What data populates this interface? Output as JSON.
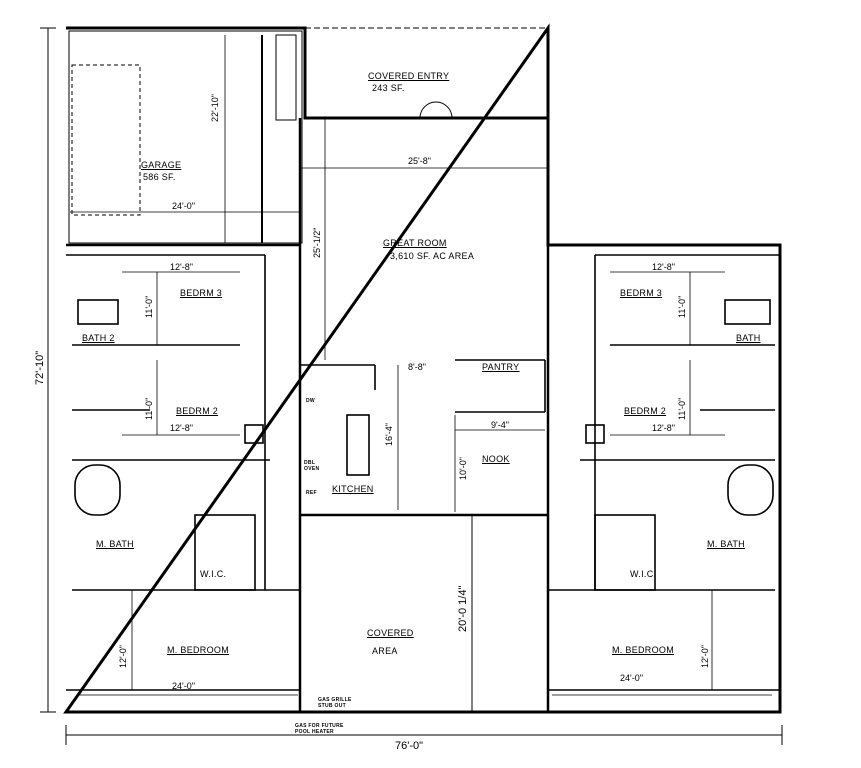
{
  "rooms": {
    "covered_entry": {
      "name": "COVERED ENTRY",
      "area": "243 SF."
    },
    "garage": {
      "name": "GARAGE",
      "area": "586 SF."
    },
    "great_room": {
      "name": "GREAT ROOM",
      "area": "3,610 SF. AC AREA"
    },
    "bedrm3_left": "BEDRM 3",
    "bedrm3_right": "BEDRM 3",
    "bath2_left": "BATH 2",
    "bath2_right": "BATH",
    "bedrm2_left": "BEDRM 2",
    "bedrm2_right": "BEDRM 2",
    "pantry": "PANTRY",
    "nook": "NOOK",
    "kitchen": "KITCHEN",
    "mbath_left": "M. BATH",
    "mbath_right": "M. BATH",
    "wic_left": "W.I.C.",
    "wic_right": "W.I.C.",
    "mbedroom_left": "M. BEDROOM",
    "mbedroom_right": "M. BEDROOM",
    "covered_area": {
      "line1": "COVERED",
      "line2": "AREA"
    }
  },
  "appliances": {
    "dw": "DW",
    "dbl_oven": "DBL OVEN",
    "ref": "REF"
  },
  "notes": {
    "gas_grille": "GAS GRILLE STUB OUT",
    "gas_pool": "GAS FOR FUTURE POOL HEATER"
  },
  "dimensions": {
    "overall_height": "72'-10\"",
    "overall_width": "76'-0\"",
    "garage_depth": "22'-10\"",
    "garage_width": "24'-0\"",
    "great_room_width": "25'-8\"",
    "great_room_depth": "25'-1/2\"",
    "bedrm3_left_w": "12'-8\"",
    "bedrm3_left_h": "11'-0\"",
    "bedrm3_right_w": "12'-8\"",
    "bedrm3_right_h": "11'-0\"",
    "bedrm2_left_w": "12'-8\"",
    "bedrm2_left_h": "11'-0\"",
    "bedrm2_right_w": "12'-8\"",
    "bedrm2_right_h": "11'-0\"",
    "pantry_w": "8'-8\"",
    "nook_w": "9'-4\"",
    "nook_h": "10'-0\"",
    "kitchen_h": "16'-4\"",
    "covered_area_h": "20'-0 1/4\"",
    "mbed_left_h": "12'-0\"",
    "mbed_left_w": "24'-0\"",
    "mbed_right_h": "12'-0\"",
    "mbed_right_w": "24'-0\""
  }
}
